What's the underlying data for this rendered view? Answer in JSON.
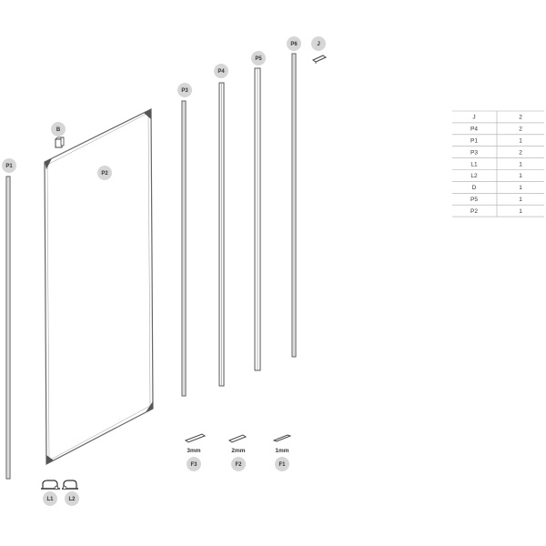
{
  "diagram": {
    "colors": {
      "badge": "#d6d6d6",
      "line": "#555555",
      "frame": "#666666"
    },
    "badges": {
      "p1": "P1",
      "b": "B",
      "p2": "P2",
      "p3": "P3",
      "p4": "P4",
      "p5": "P5",
      "p6": "P6",
      "j": "J",
      "l1": "L1",
      "l2": "L2",
      "f3": "F3",
      "f2": "F2",
      "f1": "F1"
    },
    "spacer_sizes": {
      "f3": "3mm",
      "f2": "2mm",
      "f1": "1mm"
    }
  },
  "parts_table": {
    "rows": [
      {
        "part": "J",
        "qty": "2"
      },
      {
        "part": "P4",
        "qty": "2"
      },
      {
        "part": "P1",
        "qty": "1"
      },
      {
        "part": "P3",
        "qty": "2"
      },
      {
        "part": "L1",
        "qty": "1"
      },
      {
        "part": "L2",
        "qty": "1"
      },
      {
        "part": "D",
        "qty": "1"
      },
      {
        "part": "P5",
        "qty": "1"
      },
      {
        "part": "P2",
        "qty": "1"
      }
    ]
  }
}
